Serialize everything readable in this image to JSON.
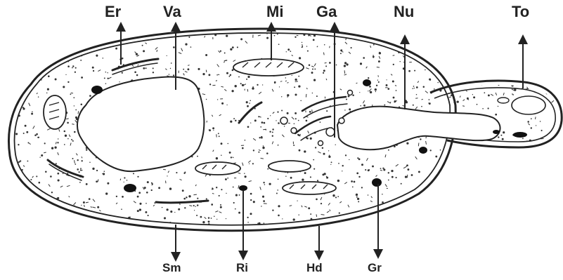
{
  "labels": {
    "top": [
      "Er",
      "Va",
      "Mi",
      "Ga",
      "Nu",
      "To"
    ],
    "bottom": [
      "Sm",
      "Ri",
      "Hd",
      "Gr"
    ]
  },
  "colors": {
    "ink": "#222222",
    "paper": "#ffffff"
  }
}
